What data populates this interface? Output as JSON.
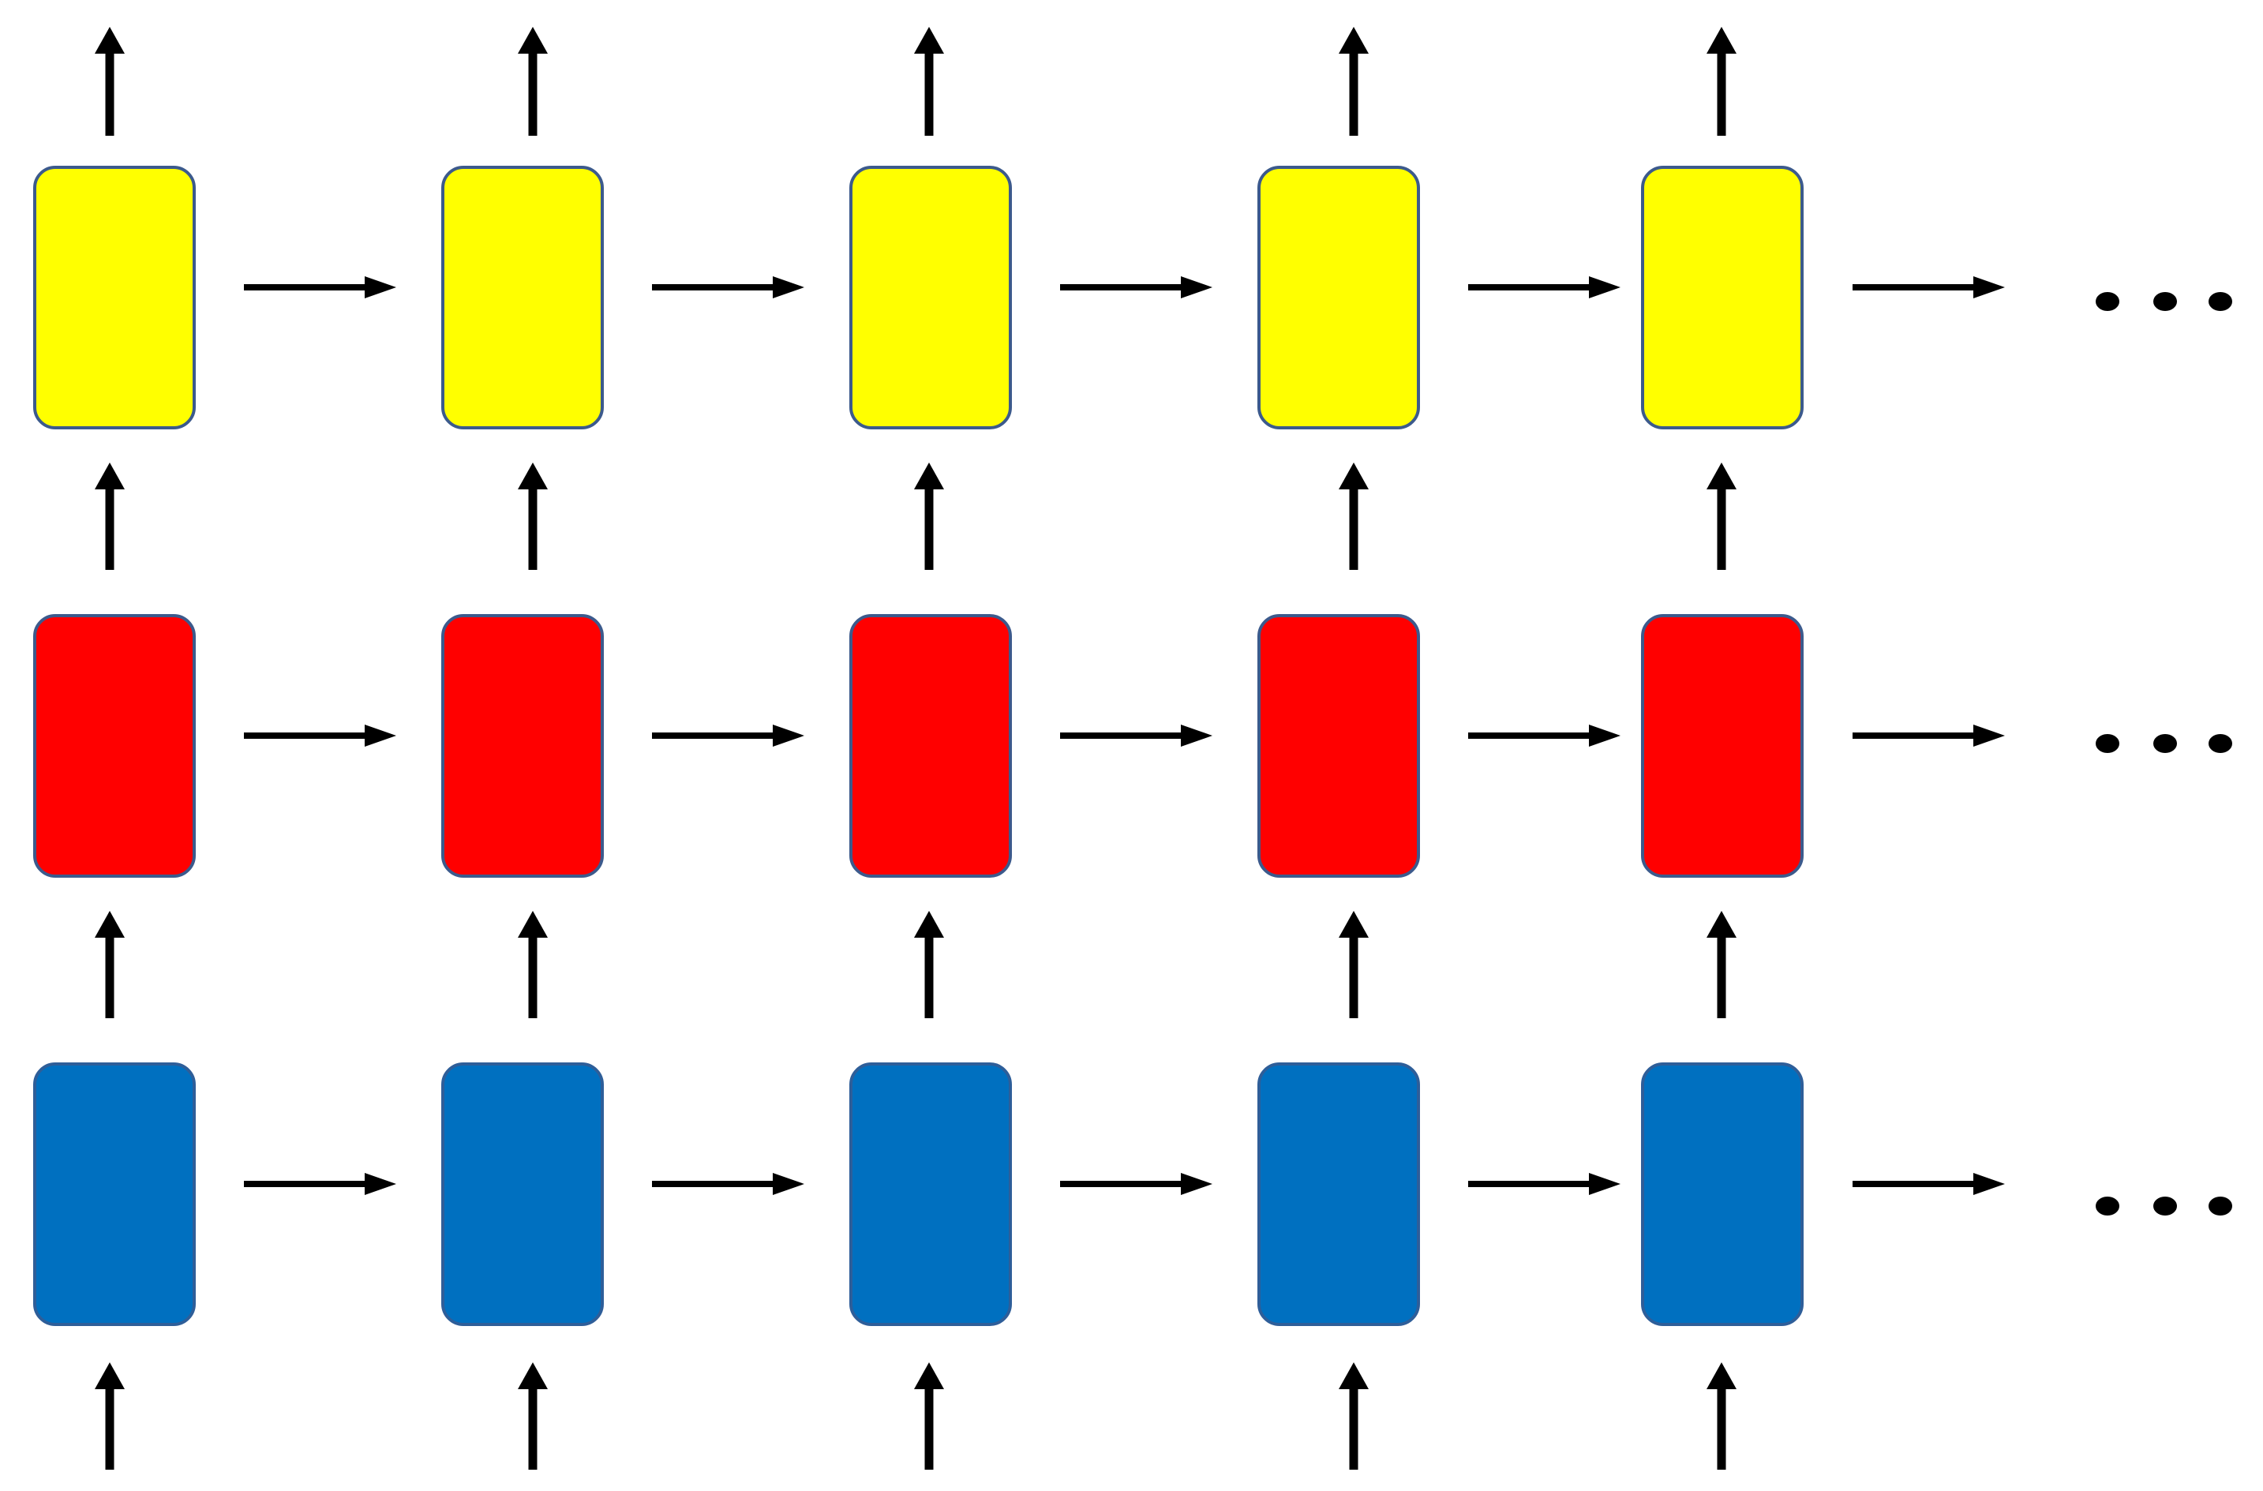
{
  "diagram": {
    "type": "stacked-rnn-grid",
    "columns": 5,
    "layers": [
      {
        "name": "top",
        "fill": "#FFFF00",
        "stroke": "#3C5A8C"
      },
      {
        "name": "middle",
        "fill": "#FF0000",
        "stroke": "#3C5A8C"
      },
      {
        "name": "bottom",
        "fill": "#0070C0",
        "stroke": "#2E5E99"
      }
    ],
    "arrow_color": "#000000",
    "continuation": "ellipsis"
  }
}
